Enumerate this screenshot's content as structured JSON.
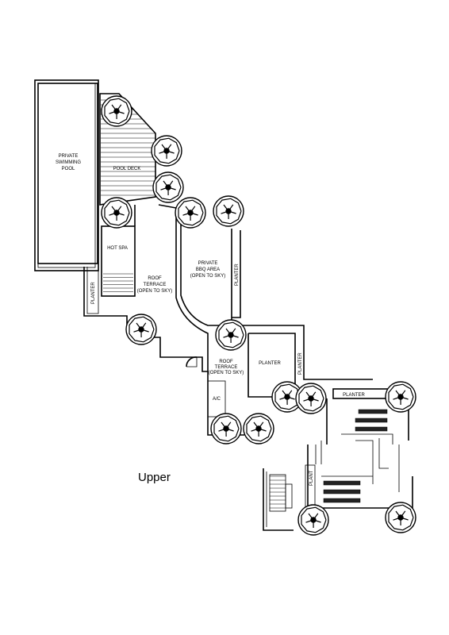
{
  "labels": {
    "pool": [
      "PRIVATE",
      "SWIMMING",
      "POOL"
    ],
    "pool_deck": "POOL DECK",
    "hot_spa": "HOT SPA",
    "roof_terrace_1": [
      "ROOF",
      "TERRACE",
      "(OPEN TO SKY)"
    ],
    "bbq": [
      "PRIVATE",
      "BBQ AREA",
      "(OPEN TO SKY)"
    ],
    "planter_left": "PLANTER",
    "planter_bbq": "PLANTER",
    "planter_mid": "PLANTER",
    "planter_mid_vertical": "PLANTER",
    "roof_terrace_2": [
      "ROOF",
      "TERRACE",
      "(OPEN TO SKY)"
    ],
    "ac": "A/C",
    "planter_right": "PLANTER",
    "plant_lower": "PLANT",
    "floor_title": "Upper"
  },
  "icons": [
    "tree-symbol-icon",
    "staircase-icon",
    "door-swing-icon"
  ]
}
